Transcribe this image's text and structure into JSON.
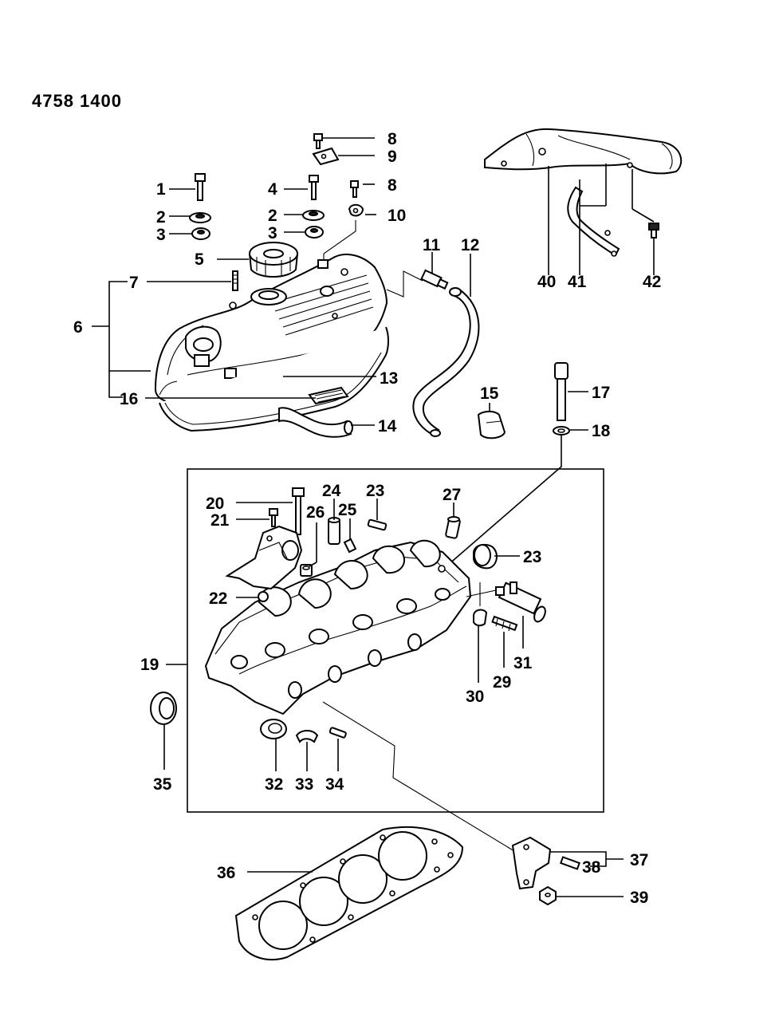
{
  "header": {
    "ref_number": "4758 1400"
  },
  "callouts": {
    "c1": "1",
    "c2a": "2",
    "c3a": "3",
    "c4": "4",
    "c2b": "2",
    "c3b": "3",
    "c5": "5",
    "c6": "6",
    "c7": "7",
    "c8a": "8",
    "c9": "9",
    "c8b": "8",
    "c10": "10",
    "c11": "11",
    "c12": "12",
    "c13": "13",
    "c14": "14",
    "c15": "15",
    "c16": "16",
    "c17": "17",
    "c18": "18",
    "c19": "19",
    "c20": "20",
    "c21": "21",
    "c22": "22",
    "c23a": "23",
    "c23b": "23",
    "c24": "24",
    "c25": "25",
    "c26": "26",
    "c27": "27",
    "c29": "29",
    "c30": "30",
    "c31": "31",
    "c32": "32",
    "c33": "33",
    "c34": "34",
    "c35": "35",
    "c36": "36",
    "c37": "37",
    "c38": "38",
    "c39": "39",
    "c40": "40",
    "c41": "41",
    "c42": "42"
  }
}
